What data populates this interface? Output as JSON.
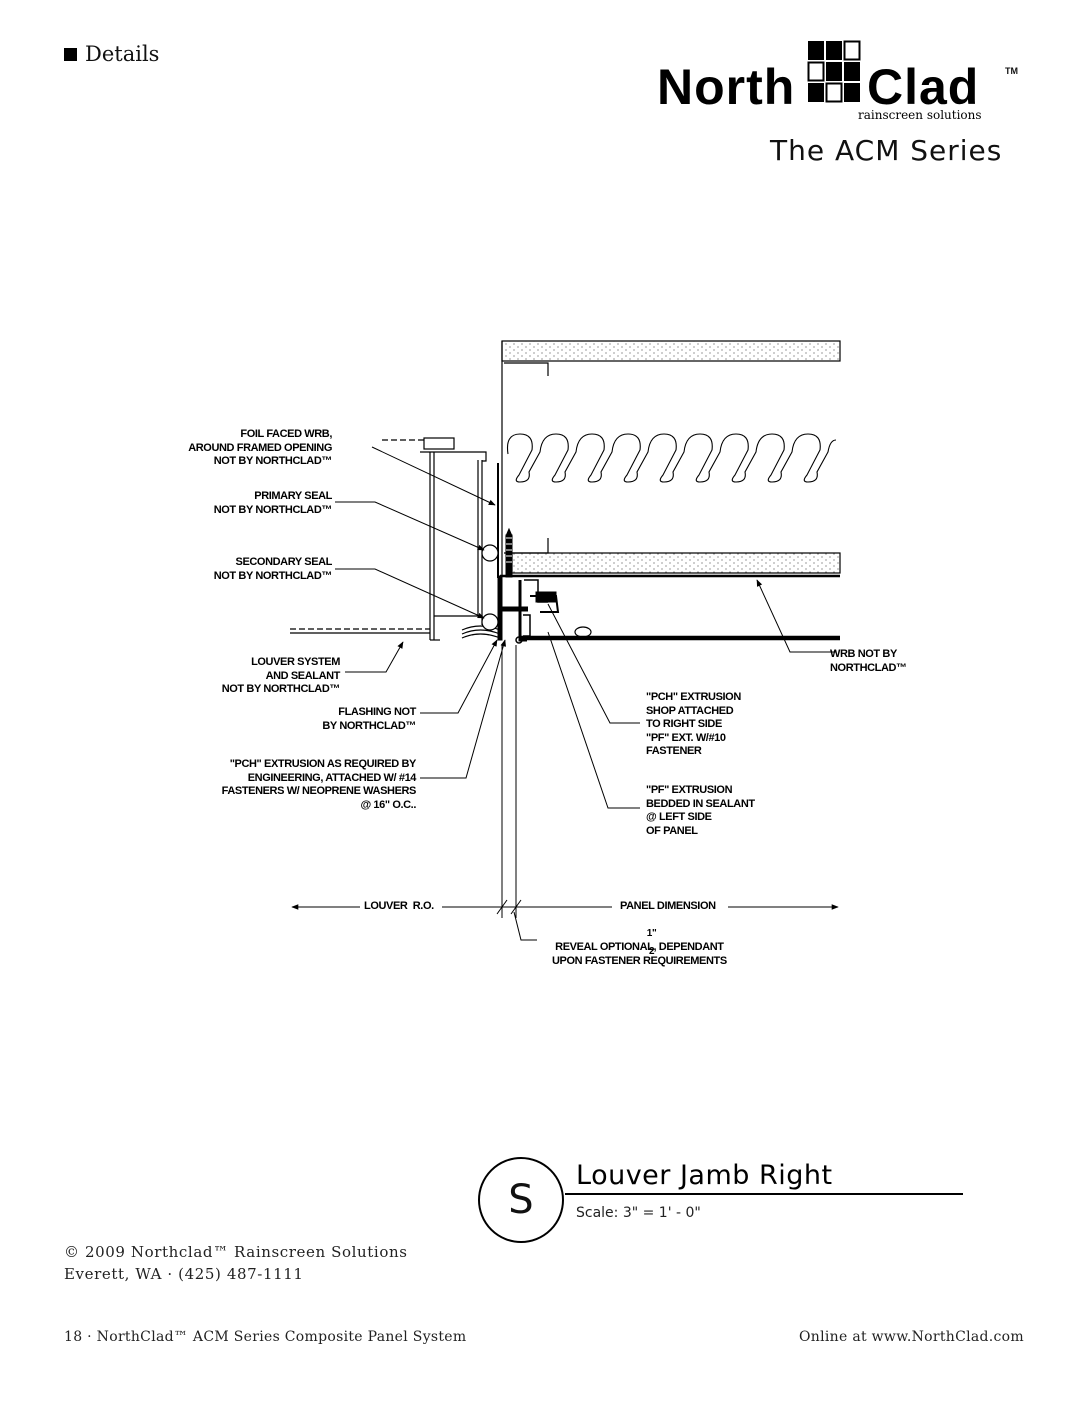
{
  "header": {
    "section_label": "Details",
    "logo": {
      "word_left": "North",
      "word_right": "Clad",
      "trademark": "TM",
      "tagline": "rainscreen solutions"
    },
    "series_title": "The ACM Series"
  },
  "drawing": {
    "callouts": {
      "foil_wrb": "FOIL FACED WRB,\nAROUND FRAMED OPENING\nNOT BY NORTHCLAD™",
      "primary_seal": "PRIMARY SEAL\nNOT BY NORTHCLAD™",
      "secondary_seal": "SECONDARY SEAL\nNOT BY NORTHCLAD™",
      "louver_system": "LOUVER SYSTEM\nAND SEALANT\nNOT BY NORTHCLAD™",
      "flashing": "FLASHING NOT\nBY NORTHCLAD™",
      "pch_extrusion_left": "\"PCH\" EXTRUSION AS REQUIRED BY\nENGINEERING, ATTACHED W/ #14\nFASTENERS W/ NEOPRENE WASHERS\n@ 16\" O.C..",
      "wrb_not_by": "WRB NOT BY\nNORTHCLAD™",
      "pch_extrusion_right": "\"PCH\" EXTRUSION\nSHOP ATTACHED\nTO RIGHT SIDE\n\"PF\" EXT. W/#10\nFASTENER",
      "pf_extrusion": "\"PF\" EXTRUSION\nBEDDED IN SEALANT\n@ LEFT SIDE\nOF PANEL"
    },
    "dimensions": {
      "louver_ro": "LOUVER  R.O.",
      "panel_dimension": "PANEL DIMENSION",
      "reveal_fraction_num": "1",
      "reveal_fraction_den": "2",
      "reveal_inch": "\"",
      "reveal_note": "REVEAL OPTIONAL, DEPENDANT\nUPON FASTENER REQUIREMENTS"
    }
  },
  "detail_label": {
    "letter": "S",
    "title": "Louver Jamb Right",
    "scale": "Scale: 3\" = 1' - 0\""
  },
  "footer": {
    "copyright_line1": "© 2009 Northclad™ Rainscreen Solutions",
    "copyright_line2": "Everett, WA · (425) 487-1111",
    "page_info": "18 · NorthClad™ ACM Series Composite Panel System",
    "website": "Online at www.NorthClad.com"
  }
}
